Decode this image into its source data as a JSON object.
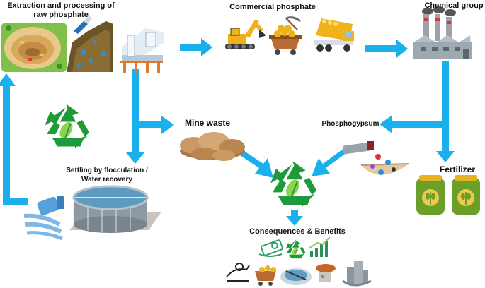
{
  "labels": {
    "extraction": "Extraction and processing of raw phosphate",
    "commercial": "Commercial phosphate",
    "chemical": "Chemical group",
    "mine_waste": "Mine waste",
    "phosphogypsum": "Phosphogypsum",
    "settling": "Settling by flocculation / Water recovery",
    "fertilizer": "Fertilizer",
    "consequences": "Consequences & Benefits"
  },
  "colors": {
    "arrow": "#1ab0ec",
    "recycle_green": "#1f9a3a",
    "recycle_light": "#8fd14f"
  },
  "icons": [
    "open-pit-mine-icon",
    "ore-rock-icon",
    "processing-plant-icon",
    "excavator-icon",
    "mine-cart-icon",
    "dump-truck-icon",
    "factory-icon",
    "recycle-icon",
    "mine-waste-pile-icon",
    "phosphogypsum-pour-icon",
    "fertilizer-bag-icon",
    "settling-tank-icon",
    "water-pipe-icon",
    "money-hand-icon",
    "growth-chart-icon",
    "helping-hand-icon",
    "building-icon"
  ]
}
